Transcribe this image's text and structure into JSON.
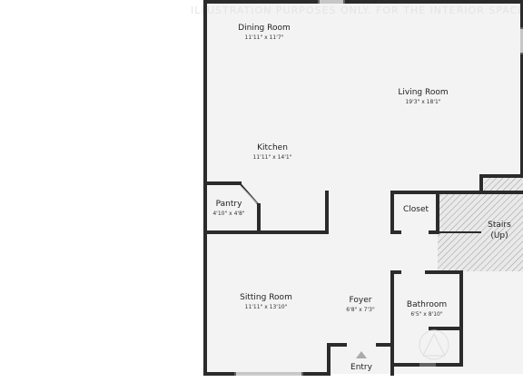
{
  "watermark": "ILLUSTRATION PURPOSES ONLY. FOR THE INTERIOR SPACES ONLY. ON THE INVENTORY LIST WEBSITE",
  "rooms": {
    "dining": {
      "name": "Dining Room",
      "dims": "11'11\" x 11'7\""
    },
    "living": {
      "name": "Living Room",
      "dims": "19'3\" x 18'1\""
    },
    "kitchen": {
      "name": "Kitchen",
      "dims": "11'11\" x 14'1\""
    },
    "pantry": {
      "name": "Pantry",
      "dims": "4'10\" x 4'8\""
    },
    "closet": {
      "name": "Closet"
    },
    "stairs": {
      "name": "Stairs",
      "direction": "(Up)"
    },
    "sitting": {
      "name": "Sitting Room",
      "dims": "11'11\" x 13'10\""
    },
    "foyer": {
      "name": "Foyer",
      "dims": "6'8\" x 7'3\""
    },
    "bathroom": {
      "name": "Bathroom",
      "dims": "6'5\" x 8'10\""
    },
    "entry": {
      "name": "Entry"
    }
  },
  "colors": {
    "wall": "#2b2b2b",
    "floor": "#f3f3f3",
    "stairs": "#e8e8e8"
  }
}
